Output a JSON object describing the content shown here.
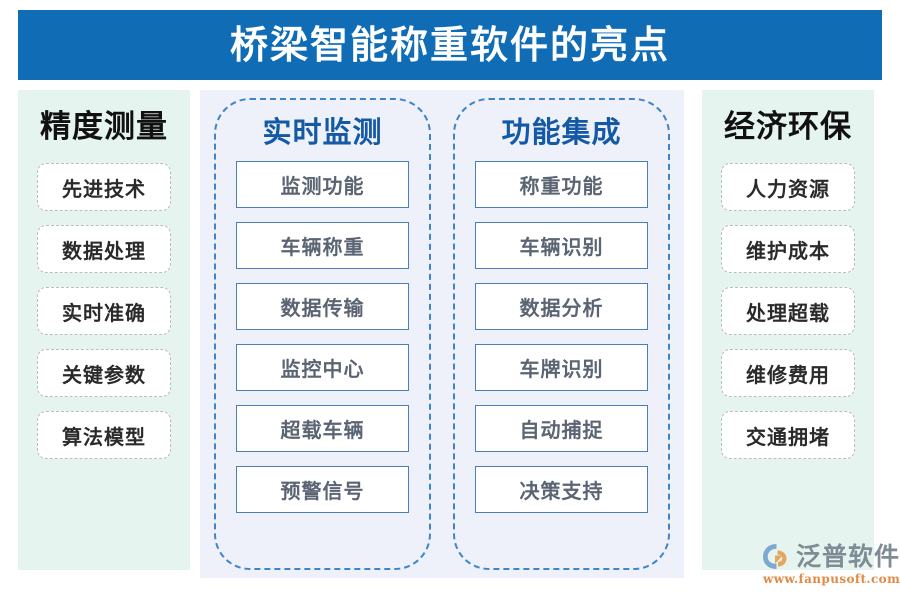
{
  "header": {
    "title": "桥梁智能称重软件的亮点",
    "bg_color": "#0f6cb5",
    "text_color": "#ffffff"
  },
  "colors": {
    "banner_blue": "#0f6cb5",
    "side_panel_mint": "#e5f4ef",
    "center_panel_blue": "#eef1f9",
    "card_border_blue": "#3f84c9",
    "card_heading_blue": "#1459a6",
    "box_border_blue": "#4a7ebb",
    "box_text_gray": "#5a6472",
    "pill_border_gray": "#b9bdbb",
    "logo_gray": "#7e8c96",
    "logo_orange": "#e08a44"
  },
  "columns": {
    "left": {
      "heading": "精度测量",
      "items": [
        {
          "label": "先进技术"
        },
        {
          "label": "数据处理"
        },
        {
          "label": "实时准确"
        },
        {
          "label": "关键参数"
        },
        {
          "label": "算法模型"
        }
      ]
    },
    "center_left": {
      "heading": "实时监测",
      "items": [
        {
          "label": "监测功能"
        },
        {
          "label": "车辆称重"
        },
        {
          "label": "数据传输"
        },
        {
          "label": "监控中心"
        },
        {
          "label": "超载车辆"
        },
        {
          "label": "预警信号"
        }
      ]
    },
    "center_right": {
      "heading": "功能集成",
      "items": [
        {
          "label": "称重功能"
        },
        {
          "label": "车辆识别"
        },
        {
          "label": "数据分析"
        },
        {
          "label": "车牌识别"
        },
        {
          "label": "自动捕捉"
        },
        {
          "label": "决策支持"
        }
      ]
    },
    "right": {
      "heading": "经济环保",
      "items": [
        {
          "label": "人力资源"
        },
        {
          "label": "维护成本"
        },
        {
          "label": "处理超载"
        },
        {
          "label": "维修费用"
        },
        {
          "label": "交通拥堵"
        }
      ]
    }
  },
  "logo": {
    "icon": "fanpu-swoosh-logo-icon",
    "brand": "泛普软件",
    "url": "www.fanpusoft.com"
  }
}
